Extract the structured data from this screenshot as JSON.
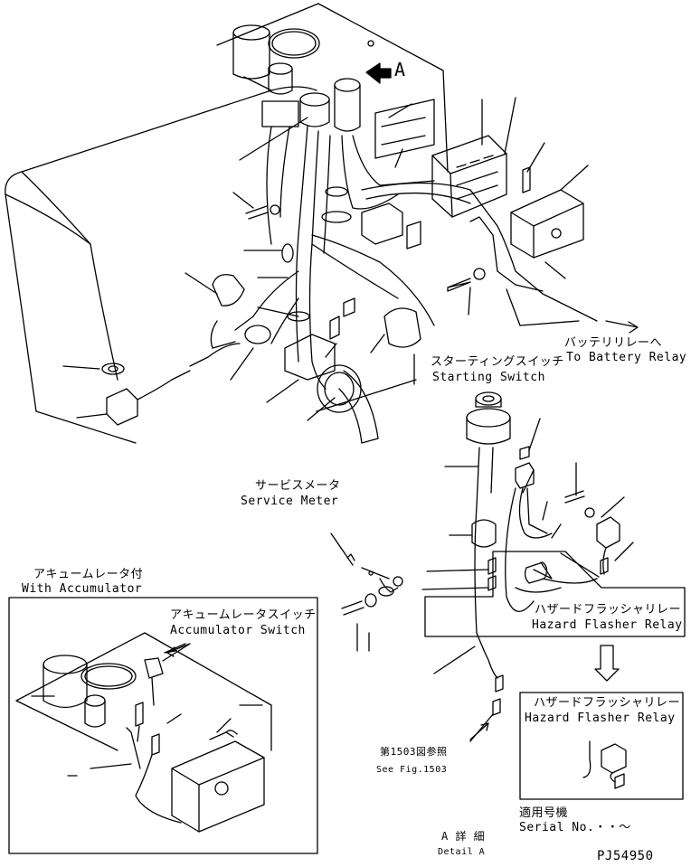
{
  "callouts": {
    "detail_marker": "A",
    "battery_relay_jp": "バッテリリレーへ",
    "battery_relay_en": "To Battery Relay",
    "starting_switch_jp": "スターティングスイッチ",
    "starting_switch_en": "Starting Switch",
    "service_meter_jp": "サービスメータ",
    "service_meter_en": "Service Meter",
    "with_accumulator_jp": "アキュームレータ付",
    "with_accumulator_en": "With Accumulator",
    "accumulator_switch_jp": "アキュームレータスイッチ",
    "accumulator_switch_en": "Accumulator Switch",
    "hazard_relay_jp": "ハザードフラッシャリレー",
    "hazard_relay_en": "Hazard Flasher Relay",
    "hazard_box_jp": "ハザードフラッシャリレー",
    "hazard_box_en": "Hazard Flasher Relay",
    "fig_ref_jp": "第1503図参照",
    "fig_ref_en": "See Fig.1503",
    "serial_jp": "適用号機",
    "serial_en": "Serial No.・・〜",
    "detail_jp": "A 詳 細",
    "detail_en": "Detail A",
    "part_number": "PJ54950"
  }
}
